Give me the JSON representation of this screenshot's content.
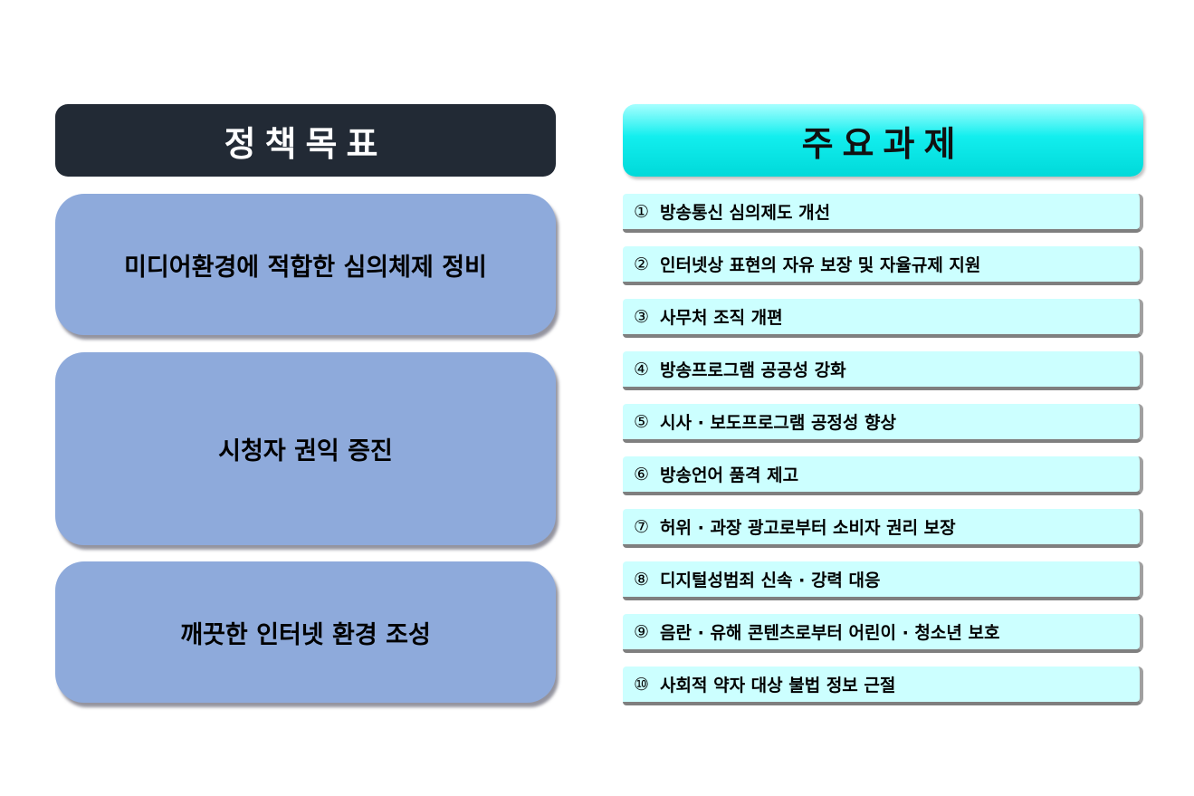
{
  "headers": {
    "left": "정책목표",
    "right": "주요과제"
  },
  "goals": [
    "미디어환경에 적합한 심의체제 정비",
    "시청자 권익 증진",
    "깨끗한 인터넷 환경 조성"
  ],
  "tasks": [
    {
      "num": "①",
      "text": "방송통신 심의제도 개선"
    },
    {
      "num": "②",
      "text": "인터넷상 표현의 자유 보장 및 자율규제 지원"
    },
    {
      "num": "③",
      "text": "사무처 조직 개편"
    },
    {
      "num": "④",
      "text": "방송프로그램 공공성 강화"
    },
    {
      "num": "⑤",
      "text": "시사 · 보도프로그램 공정성 향상"
    },
    {
      "num": "⑥",
      "text": "방송언어 품격 제고"
    },
    {
      "num": "⑦",
      "text": "허위 · 과장 광고로부터 소비자 권리 보장"
    },
    {
      "num": "⑧",
      "text": "디지털성범죄 신속 · 강력 대응"
    },
    {
      "num": "⑨",
      "text": "음란 · 유해 콘텐츠로부터 어린이 · 청소년 보호"
    },
    {
      "num": "⑩",
      "text": "사회적 약자 대상 불법 정보 근절"
    }
  ]
}
